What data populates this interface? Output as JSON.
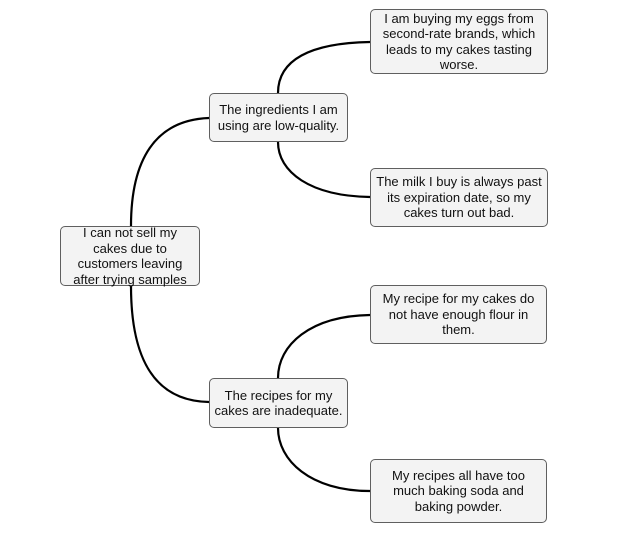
{
  "diagram": {
    "root": {
      "text": "I can not sell my cakes due to customers leaving after trying samples"
    },
    "branches": [
      {
        "text": "The ingredients I am using are low-quality.",
        "children": [
          {
            "text": "I am buying my eggs from second-rate brands, which leads to my cakes tasting worse."
          },
          {
            "text": "The milk I buy is always past its expiration date, so my cakes turn out bad."
          }
        ]
      },
      {
        "text": "The recipes for my cakes are inadequate.",
        "children": [
          {
            "text": "My recipe for my cakes do not have enough flour in them."
          },
          {
            "text": "My recipes all have too much baking soda and baking powder."
          }
        ]
      }
    ]
  }
}
